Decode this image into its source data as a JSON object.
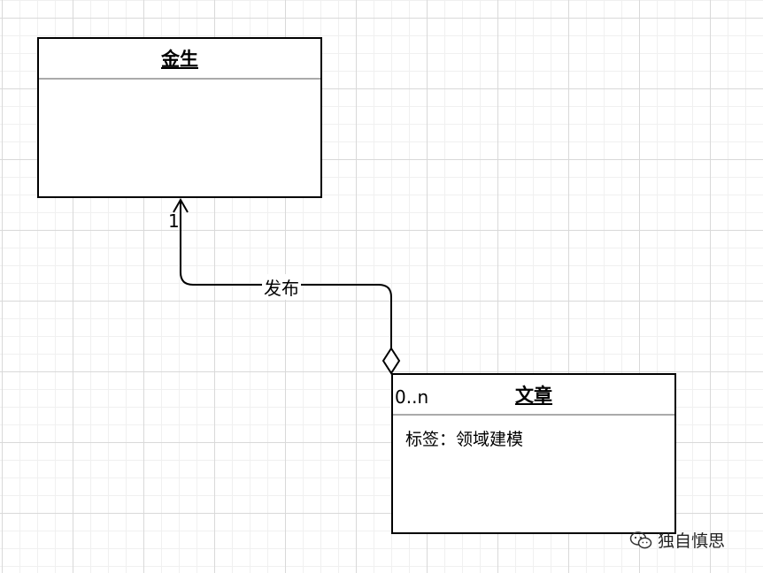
{
  "classes": {
    "jinsheng": {
      "name": "金生"
    },
    "wenzhang": {
      "name": "文章",
      "attributes": [
        "标签：领域建模"
      ]
    }
  },
  "association": {
    "label": "发布",
    "source_multiplicity": "1",
    "target_multiplicity": "0..n"
  },
  "watermark": {
    "text": "独自慎思",
    "icon": "wechat-icon"
  }
}
